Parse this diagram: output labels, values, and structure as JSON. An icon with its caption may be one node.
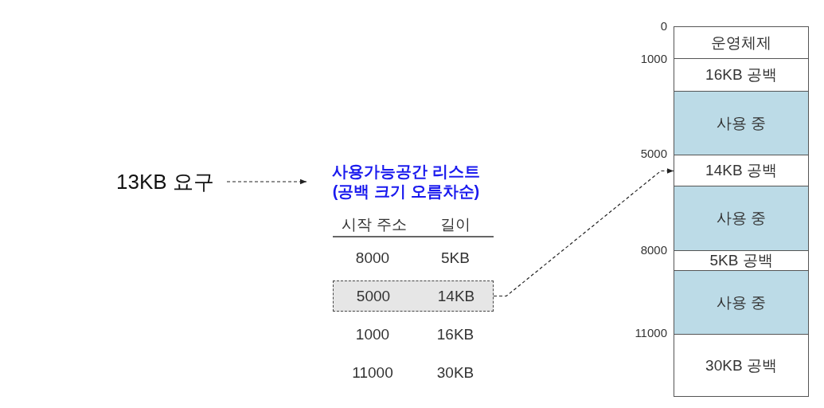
{
  "diagram": {
    "nodes": [
      {
        "text": [
          "13KB 요구"
        ]
      },
      {
        "text": [
          "사용가능공간 리스트 (공백 크기 오름차순)"
        ]
      },
      {
        "text": [
          "5000",
          "14KB"
        ]
      },
      {
        "text": [
          "운영체제"
        ]
      },
      {
        "text": [
          "16KB 공백"
        ]
      },
      {
        "text": [
          "사용 중"
        ]
      },
      {
        "text": [
          "14KB 공백"
        ]
      },
      {
        "text": [
          "사용 중"
        ]
      },
      {
        "text": [
          "5KB 공백"
        ]
      },
      {
        "text": [
          "사용 중"
        ]
      },
      {
        "text": [
          "30KB 공백"
        ]
      }
    ],
    "edges": [
      {
        "from": 0,
        "to": 1,
        "arrow": "to",
        "style": "dashed"
      },
      {
        "from": 2,
        "to": 6,
        "arrow": "to",
        "style": "dashed"
      }
    ],
    "labels": [
      "시작 주소",
      "길이",
      "8000",
      "5KB",
      "1000",
      "16KB",
      "11000",
      "30KB",
      "0",
      "1000",
      "5000",
      "8000",
      "11000"
    ]
  }
}
